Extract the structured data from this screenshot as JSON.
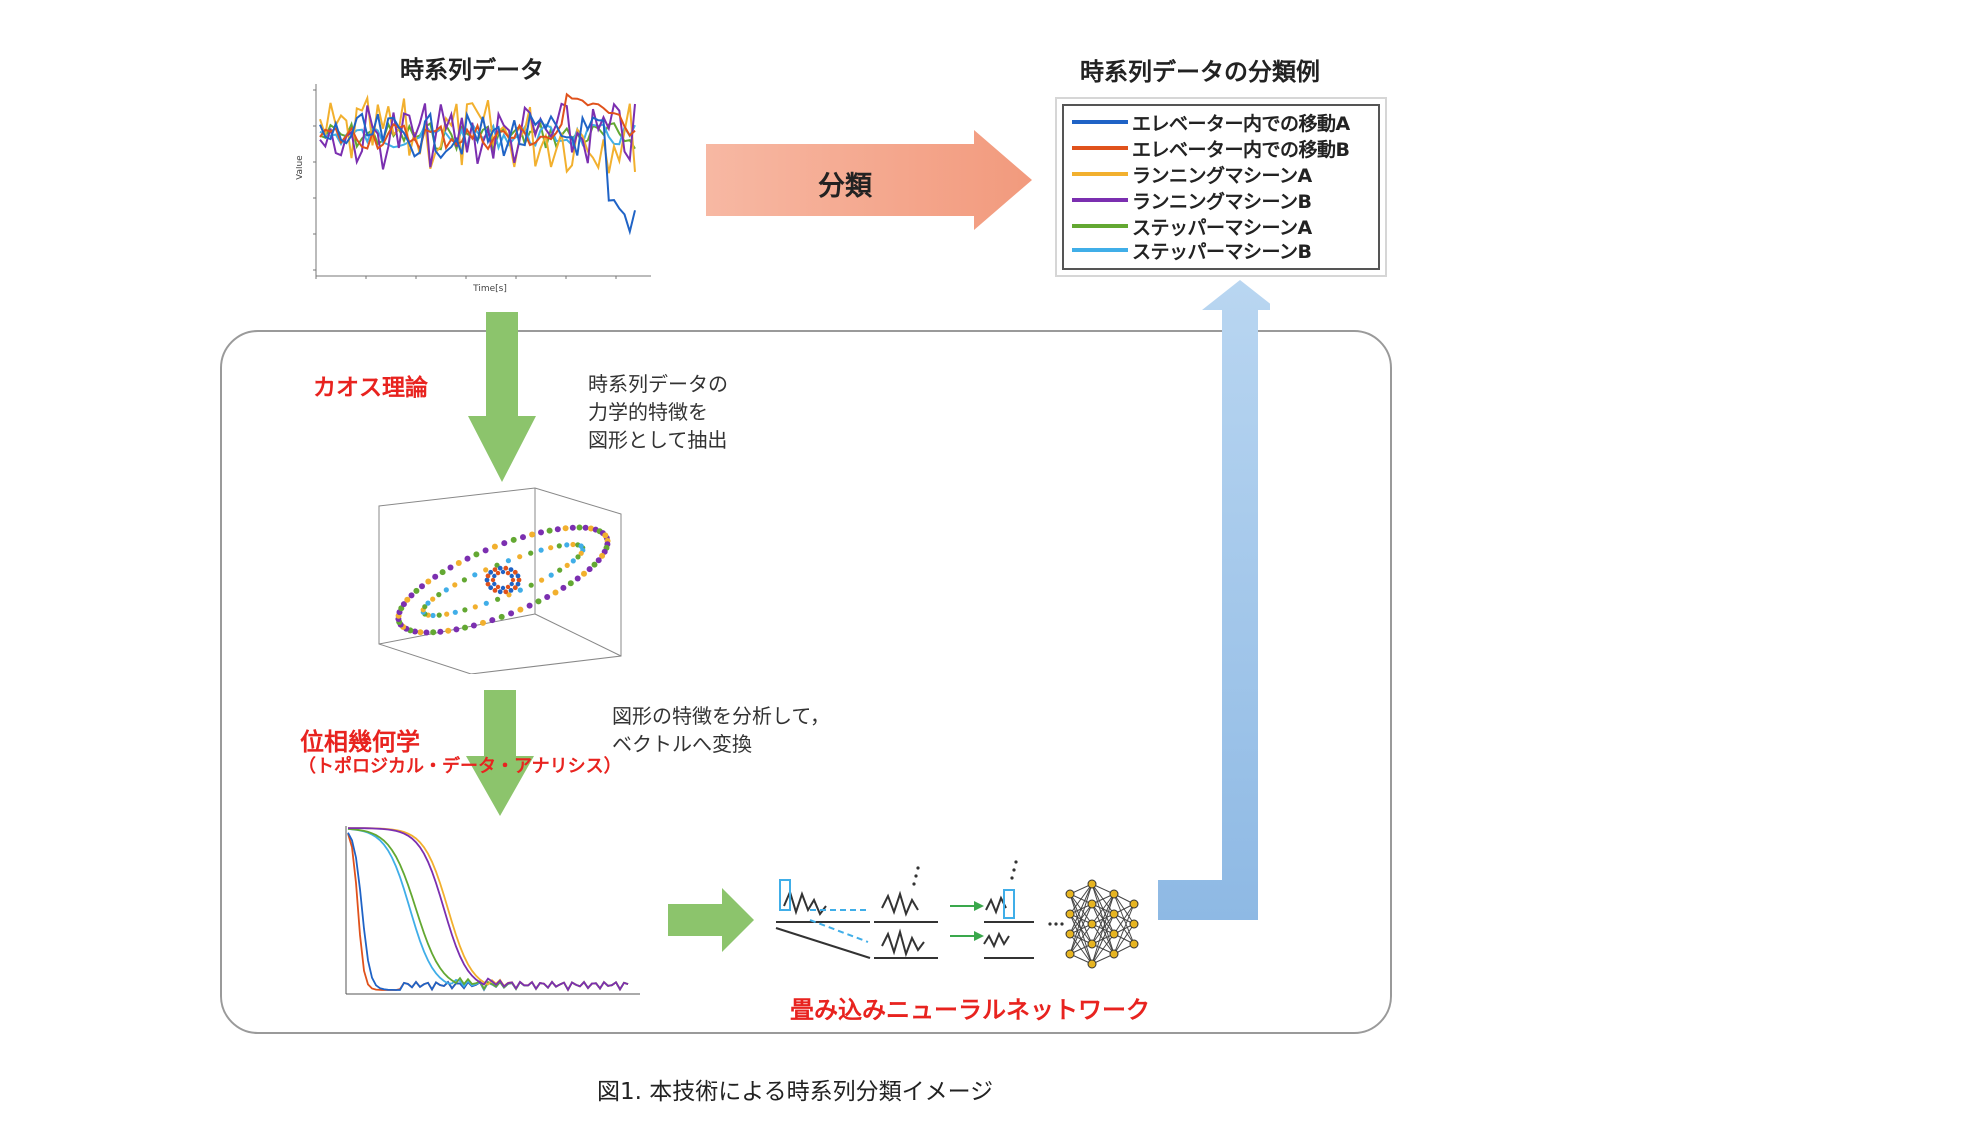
{
  "titles": {
    "timeseries": "時系列データ",
    "classification_example": "時系列データの分類例"
  },
  "arrows": {
    "classify": "分類"
  },
  "legend": [
    {
      "label": "エレベーター内での移動A",
      "color": "#1f63c6"
    },
    {
      "label": "エレベーター内での移動B",
      "color": "#e0521c"
    },
    {
      "label": "ランニングマシーンA",
      "color": "#f2b02e"
    },
    {
      "label": "ランニングマシーンB",
      "color": "#7b2fb0"
    },
    {
      "label": "ステッパーマシーンA",
      "color": "#63a832"
    },
    {
      "label": "ステッパーマシーンB",
      "color": "#40aee8"
    }
  ],
  "steps": {
    "chaos": {
      "label": "カオス理論",
      "note": [
        "時系列データの",
        "力学的特徴を",
        "図形として抽出"
      ]
    },
    "topology": {
      "label": "位相幾何学",
      "sublabel": "（トポロジカル・データ・アナリシス）",
      "note": [
        "図形の特徴を分析して，",
        "ベクトルへ変換"
      ]
    },
    "cnn": {
      "label": "畳み込みニューラルネットワーク"
    }
  },
  "ts_axis": {
    "xlabel": "Time[s]",
    "ylabel": "Value"
  },
  "caption": "図1. 本技術による時系列分類イメージ",
  "colors": {
    "accent_red": "#e8231f",
    "green_arrow": "#8cc46c",
    "salmon_arrow": "#f3a58a",
    "blue_arrow": "#9dc3e8"
  }
}
